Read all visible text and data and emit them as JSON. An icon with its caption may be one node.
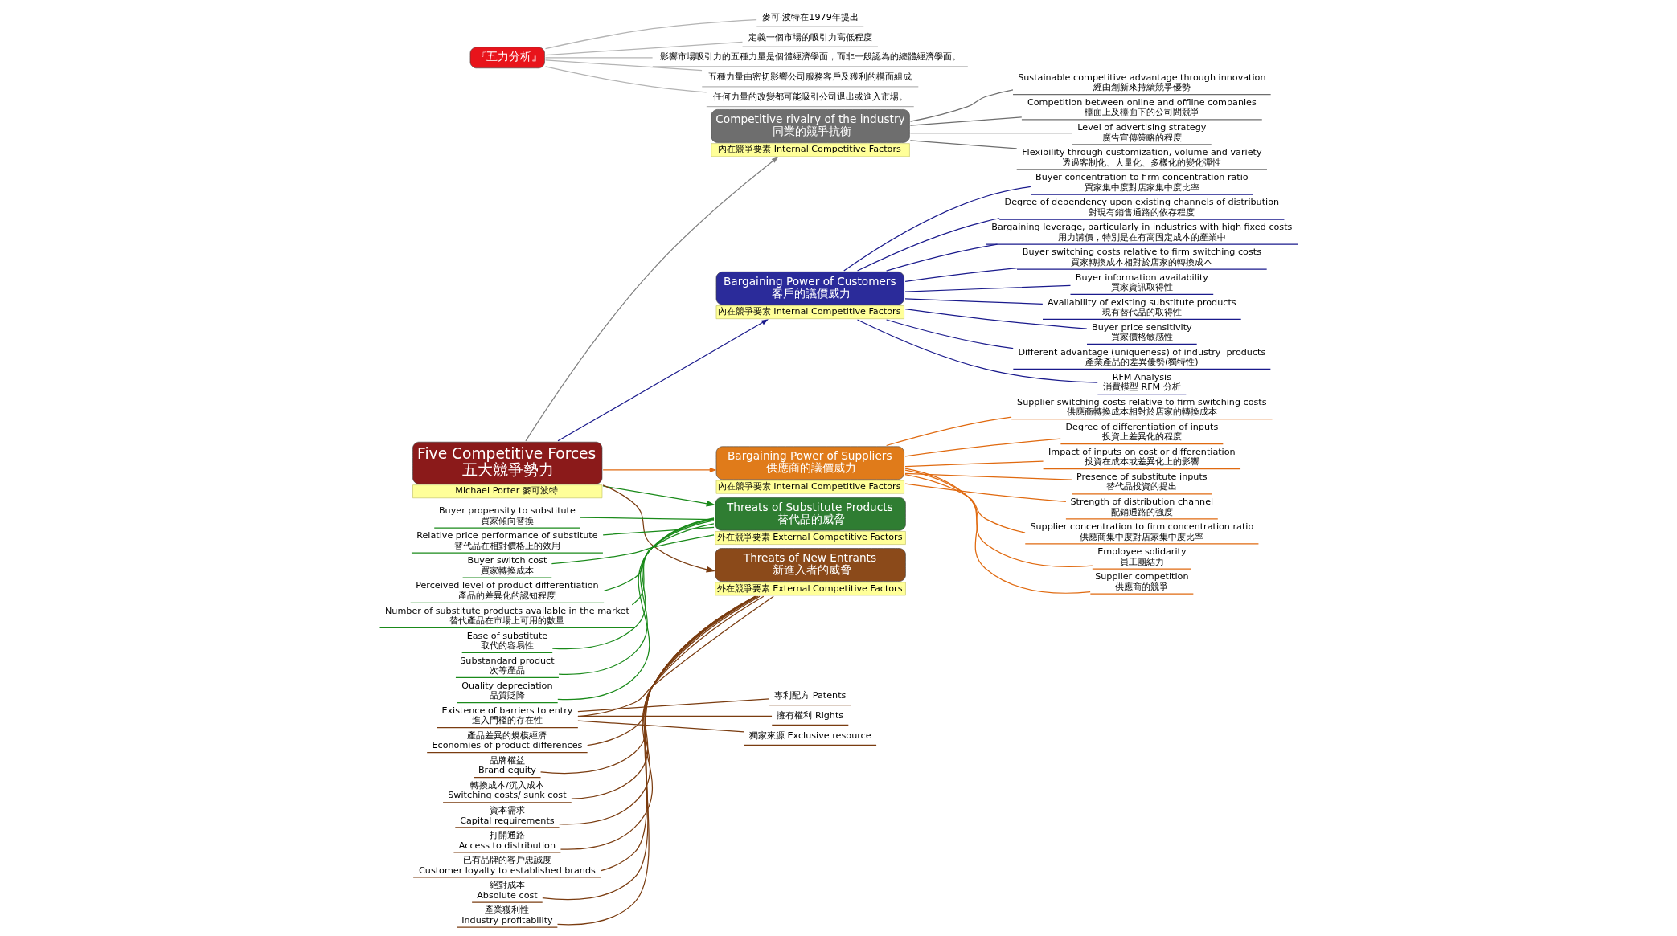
{
  "diagram": {
    "nodes": [
      {
        "text": [
          "Five Competitive Forces",
          "五大競爭勢力"
        ],
        "beside": [
          "Michael Porter 麥可波特"
        ]
      },
      {
        "text": [
          "『五力分析』"
        ]
      },
      {
        "text": [
          "麥可·波特在1979年提出"
        ]
      },
      {
        "text": [
          "定義一個市場的吸引力高低程度"
        ]
      },
      {
        "text": [
          "影響市場吸引力的五種力量是個體經濟學面，而非一般認為的總體經濟學面。"
        ]
      },
      {
        "text": [
          "五種力量由密切影響公司服務客戶及獲利的構面組成"
        ]
      },
      {
        "text": [
          "任何力量的改變都可能吸引公司退出或進入市場。"
        ]
      },
      {
        "text": [
          "Competitive rivalry of the industry",
          "同業的競爭抗衡"
        ],
        "beside": [
          "內在競爭要素 Internal Competitive Factors"
        ]
      },
      {
        "text": [
          "Sustainable competitive advantage through innovation",
          "經由創新來持續競爭優勢"
        ]
      },
      {
        "text": [
          "Competition between online and offline companies",
          "檯面上及檯面下的公司間競爭"
        ]
      },
      {
        "text": [
          "Level of advertising strategy",
          "廣告宣傳策略的程度"
        ]
      },
      {
        "text": [
          "Flexibility through customization, volume and variety",
          "透過客制化、大量化、多樣化的變化彈性"
        ]
      },
      {
        "text": [
          "Bargaining Power of Customers",
          "客戶的議價威力"
        ],
        "beside": [
          "內在競爭要素 Internal Competitive Factors"
        ]
      },
      {
        "text": [
          "Buyer concentration to firm concentration ratio",
          "買家集中度對店家集中度比率"
        ]
      },
      {
        "text": [
          "Degree of dependency upon existing channels of distribution",
          "對現有銷售通路的依存程度"
        ]
      },
      {
        "text": [
          "Bargaining leverage, particularly in industries with high fixed costs",
          "用力講價，特別是在有高固定成本的產業中"
        ]
      },
      {
        "text": [
          "Buyer switching costs relative to firm switching costs",
          "買家轉換成本相對於店家的轉換成本"
        ]
      },
      {
        "text": [
          "Buyer information availability",
          "買家資訊取得性"
        ]
      },
      {
        "text": [
          "Availability of existing substitute products",
          "現有替代品的取得性"
        ]
      },
      {
        "text": [
          "Buyer price sensitivity",
          "買家價格敏感性"
        ]
      },
      {
        "text": [
          "Different advantage (uniqueness) of industry  products",
          "產業產品的差異優勢(獨特性)"
        ]
      },
      {
        "text": [
          "RFM Analysis",
          "消費模型 RFM 分析"
        ]
      },
      {
        "text": [
          "Bargaining Power of Suppliers",
          "供應商的議價威力"
        ],
        "beside": [
          "內在競爭要素 Internal Competitive Factors"
        ]
      },
      {
        "text": [
          "Supplier switching costs relative to firm switching costs",
          "供應商轉換成本相對於店家的轉換成本"
        ]
      },
      {
        "text": [
          "Degree of differentiation of inputs",
          "投資上差異化的程度"
        ]
      },
      {
        "text": [
          "Impact of inputs on cost or differentiation",
          "投資在成本或差異化上的影響"
        ]
      },
      {
        "text": [
          "Presence of substitute inputs",
          "替代品投資的提出"
        ]
      },
      {
        "text": [
          "Strength of distribution channel",
          "配銷通路的強度"
        ]
      },
      {
        "text": [
          "Supplier concentration to firm concentration ratio",
          "供應商集中度對店家集中度比率"
        ]
      },
      {
        "text": [
          "Employee solidarity",
          "員工團結力"
        ]
      },
      {
        "text": [
          "Supplier competition",
          "供應商的競爭"
        ]
      },
      {
        "text": [
          "Threats of Substitute Products",
          "替代品的威脅"
        ],
        "beside": [
          "外在競爭要素 External Competitive Factors"
        ]
      },
      {
        "text": [
          "Buyer propensity to substitute",
          "買家傾向替換"
        ]
      },
      {
        "text": [
          "Relative price performance of substitute",
          "替代品在相對價格上的效用"
        ]
      },
      {
        "text": [
          "Buyer switch cost",
          "買家轉換成本"
        ]
      },
      {
        "text": [
          "Perceived level of product differentiation",
          "產品的差異化的認知程度"
        ]
      },
      {
        "text": [
          "Number of substitute products available in the market",
          "替代產品在市場上可用的數量"
        ]
      },
      {
        "text": [
          "Ease of substitute",
          "取代的容易性"
        ]
      },
      {
        "text": [
          "Substandard product",
          "次等產品"
        ]
      },
      {
        "text": [
          "Quality depreciation",
          "品質貶降"
        ]
      },
      {
        "text": [
          "Threats of New Entrants",
          "新進入者的威脅"
        ],
        "beside": [
          "外在競爭要素 External Competitive Factors"
        ]
      },
      {
        "text": [
          "Existence of barriers to entry",
          "進入門檻的存在性"
        ]
      },
      {
        "text": [
          "專利配方 Patents"
        ]
      },
      {
        "text": [
          "擁有權利 Rights"
        ]
      },
      {
        "text": [
          "獨家來源 Exclusive resource"
        ]
      },
      {
        "text": [
          "產品差異的規模經濟",
          "Economies of product differences"
        ]
      },
      {
        "text": [
          "品牌權益",
          "Brand equity"
        ]
      },
      {
        "text": [
          "轉換成本/沉入成本",
          "Switching costs/ sunk cost"
        ]
      },
      {
        "text": [
          "資本需求",
          "Capital requirements"
        ]
      },
      {
        "text": [
          "打開通路",
          "Access to distribution"
        ]
      },
      {
        "text": [
          "已有品牌的客戶忠誠度",
          "Customer loyalty to established brands"
        ]
      },
      {
        "text": [
          "絕對成本",
          "Absolute cost"
        ]
      },
      {
        "text": [
          "產業獲利性",
          "Industry profitability"
        ]
      }
    ],
    "edges": [
      {
        "from": 1,
        "to": 2,
        "arrow": "none",
        "color": "#b4b4b4"
      },
      {
        "from": 1,
        "to": 3,
        "arrow": "none",
        "color": "#b4b4b4"
      },
      {
        "from": 1,
        "to": 4,
        "arrow": "none",
        "color": "#b4b4b4"
      },
      {
        "from": 1,
        "to": 5,
        "arrow": "none",
        "color": "#b4b4b4"
      },
      {
        "from": 1,
        "to": 6,
        "arrow": "none",
        "color": "#b4b4b4"
      },
      {
        "from": 0,
        "to": 7,
        "arrow": "to",
        "color": "#808080"
      },
      {
        "from": 7,
        "to": 8,
        "arrow": "none",
        "color": "#6e6e6e"
      },
      {
        "from": 7,
        "to": 9,
        "arrow": "none",
        "color": "#6e6e6e"
      },
      {
        "from": 7,
        "to": 10,
        "arrow": "none",
        "color": "#6e6e6e"
      },
      {
        "from": 7,
        "to": 11,
        "arrow": "none",
        "color": "#6e6e6e"
      },
      {
        "from": 0,
        "to": 12,
        "arrow": "to",
        "color": "#1a1a8c"
      },
      {
        "from": 12,
        "to": 13,
        "arrow": "none",
        "color": "#1a1a8c"
      },
      {
        "from": 12,
        "to": 14,
        "arrow": "none",
        "color": "#1a1a8c"
      },
      {
        "from": 12,
        "to": 15,
        "arrow": "none",
        "color": "#1a1a8c"
      },
      {
        "from": 12,
        "to": 16,
        "arrow": "none",
        "color": "#1a1a8c"
      },
      {
        "from": 12,
        "to": 17,
        "arrow": "none",
        "color": "#1a1a8c"
      },
      {
        "from": 12,
        "to": 18,
        "arrow": "none",
        "color": "#1a1a8c"
      },
      {
        "from": 12,
        "to": 19,
        "arrow": "none",
        "color": "#1a1a8c"
      },
      {
        "from": 12,
        "to": 20,
        "arrow": "none",
        "color": "#1a1a8c"
      },
      {
        "from": 12,
        "to": 21,
        "arrow": "none",
        "color": "#1a1a8c"
      },
      {
        "from": 0,
        "to": 22,
        "arrow": "to",
        "color": "#e06a10"
      },
      {
        "from": 22,
        "to": 23,
        "arrow": "none",
        "color": "#e06a10"
      },
      {
        "from": 22,
        "to": 24,
        "arrow": "none",
        "color": "#e06a10"
      },
      {
        "from": 22,
        "to": 25,
        "arrow": "none",
        "color": "#e06a10"
      },
      {
        "from": 22,
        "to": 26,
        "arrow": "none",
        "color": "#e06a10"
      },
      {
        "from": 22,
        "to": 27,
        "arrow": "none",
        "color": "#e06a10"
      },
      {
        "from": 22,
        "to": 28,
        "arrow": "none",
        "color": "#e06a10"
      },
      {
        "from": 22,
        "to": 29,
        "arrow": "none",
        "color": "#e06a10"
      },
      {
        "from": 22,
        "to": 30,
        "arrow": "none",
        "color": "#e06a10"
      },
      {
        "from": 0,
        "to": 31,
        "arrow": "to",
        "color": "#1a8a1a"
      },
      {
        "from": 31,
        "to": 32,
        "arrow": "none",
        "color": "#1a8a1a"
      },
      {
        "from": 31,
        "to": 33,
        "arrow": "none",
        "color": "#1a8a1a"
      },
      {
        "from": 31,
        "to": 34,
        "arrow": "none",
        "color": "#1a8a1a"
      },
      {
        "from": 31,
        "to": 35,
        "arrow": "none",
        "color": "#1a8a1a"
      },
      {
        "from": 31,
        "to": 36,
        "arrow": "none",
        "color": "#1a8a1a"
      },
      {
        "from": 31,
        "to": 37,
        "arrow": "none",
        "color": "#1a8a1a"
      },
      {
        "from": 31,
        "to": 38,
        "arrow": "none",
        "color": "#1a8a1a"
      },
      {
        "from": 31,
        "to": 39,
        "arrow": "none",
        "color": "#1a8a1a"
      },
      {
        "from": 0,
        "to": 40,
        "arrow": "to",
        "color": "#7a3c10"
      },
      {
        "from": 40,
        "to": 41,
        "arrow": "none",
        "color": "#7a3c10"
      },
      {
        "from": 41,
        "to": 42,
        "arrow": "none",
        "color": "#7a3c10"
      },
      {
        "from": 41,
        "to": 43,
        "arrow": "none",
        "color": "#7a3c10"
      },
      {
        "from": 41,
        "to": 44,
        "arrow": "none",
        "color": "#7a3c10"
      },
      {
        "from": 40,
        "to": 45,
        "arrow": "none",
        "color": "#7a3c10"
      },
      {
        "from": 40,
        "to": 46,
        "arrow": "none",
        "color": "#7a3c10"
      },
      {
        "from": 40,
        "to": 47,
        "arrow": "none",
        "color": "#7a3c10"
      },
      {
        "from": 40,
        "to": 48,
        "arrow": "none",
        "color": "#7a3c10"
      },
      {
        "from": 40,
        "to": 49,
        "arrow": "none",
        "color": "#7a3c10"
      },
      {
        "from": 40,
        "to": 50,
        "arrow": "none",
        "color": "#7a3c10"
      },
      {
        "from": 40,
        "to": 51,
        "arrow": "none",
        "color": "#7a3c10"
      },
      {
        "from": 40,
        "to": 52,
        "arrow": "none",
        "color": "#7a3c10"
      }
    ]
  }
}
